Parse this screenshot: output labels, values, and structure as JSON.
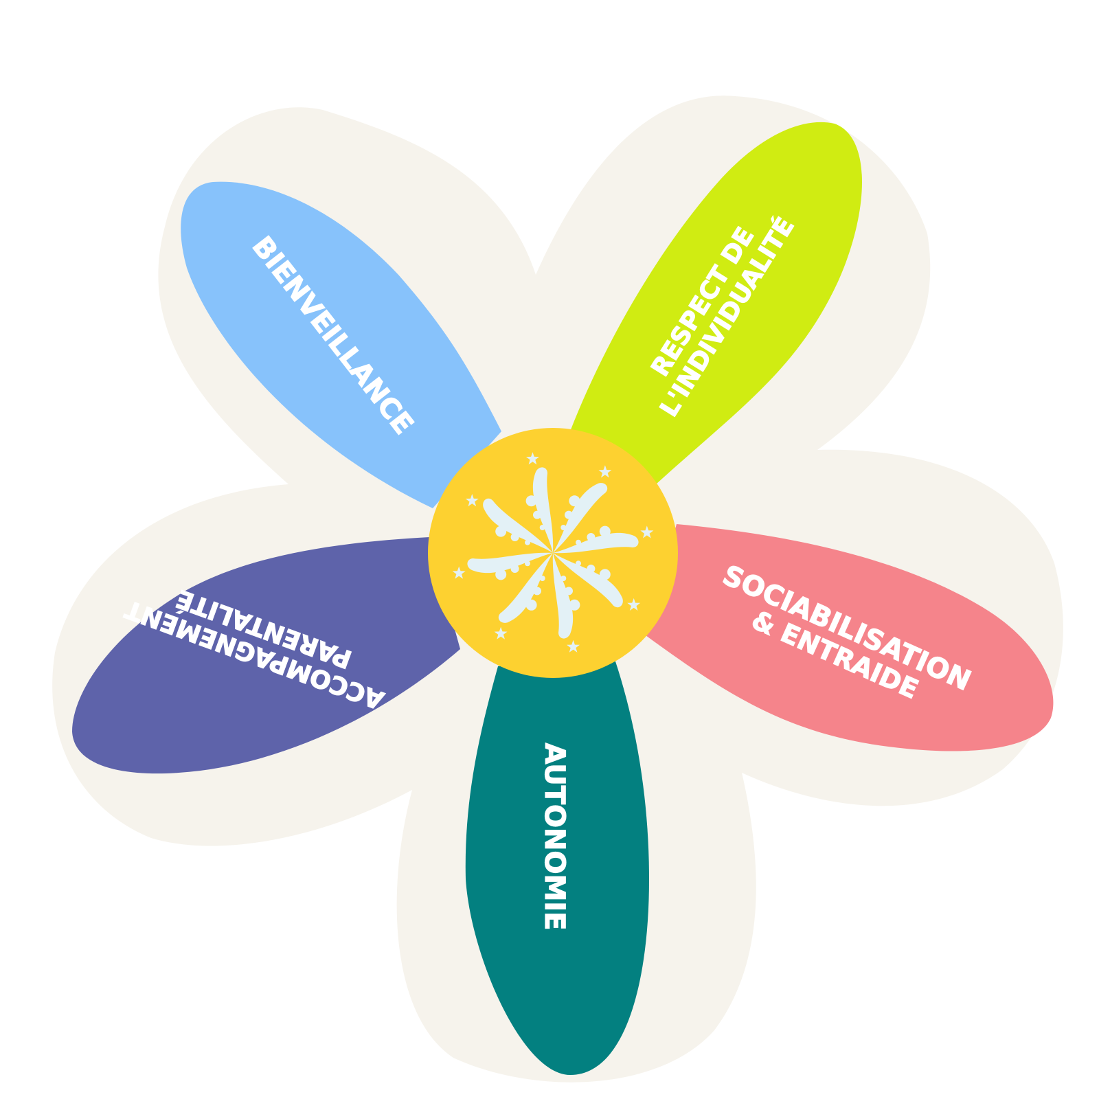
{
  "colors": {
    "background": "#ffffff",
    "backdrop": "#f6f3ec",
    "center": "#fdd130",
    "center_glyphs": "#e3f1f6",
    "label_text": "#ffffff"
  },
  "petals": [
    {
      "id": "bienveillance",
      "lines": [
        "BIENVEILLANCE"
      ],
      "color": "#87c2fb"
    },
    {
      "id": "respect",
      "lines": [
        "RESPECT DE",
        "L'INDIVIDUALITÉ"
      ],
      "color": "#d0ec12"
    },
    {
      "id": "sociabilisation",
      "lines": [
        "SOCIABILISATION",
        "& ENTRAIDE"
      ],
      "color": "#f5848b"
    },
    {
      "id": "autonomie",
      "lines": [
        "AUTONOMIE"
      ],
      "color": "#038080"
    },
    {
      "id": "accompagnement",
      "lines": [
        "ACCOMPAGNEMENT",
        "PARENTALITÉ"
      ],
      "color": "#5e63aa"
    }
  ],
  "center_icon": "fireworks-burst-icon"
}
